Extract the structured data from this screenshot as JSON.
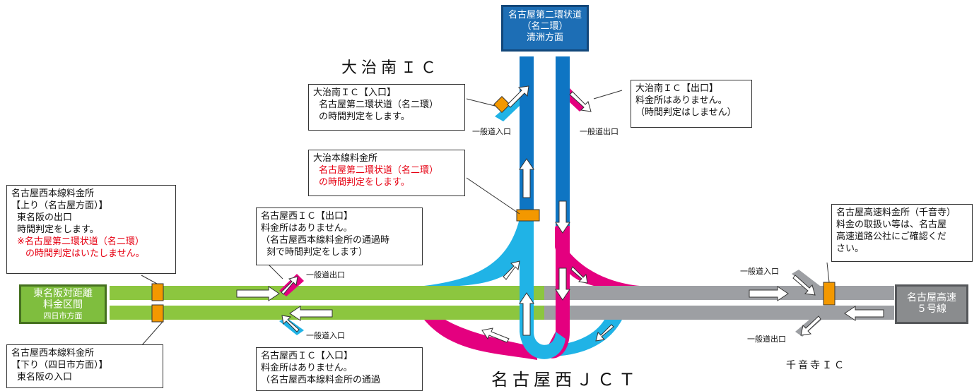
{
  "colors": {
    "blue": "#0e75c3",
    "cyan": "#20b3e6",
    "magenta": "#e4007f",
    "green": "#8cc63f",
    "gray": "#9d9fa3",
    "orange": "#f39800",
    "signBlue": "#1d6eb5",
    "signGreen": "#7fbe3e",
    "signGray": "#8a8c8e"
  },
  "signs": {
    "top": {
      "lines": [
        "名古屋第二環状道",
        "（名二環）",
        "清洲方面"
      ]
    },
    "left": {
      "lines": [
        "東名阪対距離",
        "料金区間",
        "四日市方面"
      ]
    },
    "right": {
      "lines": [
        "名古屋高速",
        "５号線"
      ]
    }
  },
  "titles": {
    "ohaji_ic": "大治南ＩＣ",
    "nagoya_nishi_jct": "名古屋西ＪＣＴ",
    "senjuji_ic": "千音寺ＩＣ"
  },
  "boxes": {
    "ohaji_entrance": {
      "lines": [
        "大治南ＩＣ【入口】",
        "名古屋第二環状道（名二環）",
        "の時間判定をします。"
      ]
    },
    "ohaji_exit": {
      "lines": [
        "大治南ＩＣ【出口】",
        "料金所はありません。",
        "（時間判定はしません）"
      ]
    },
    "ohaji_main": {
      "lines": [
        "大治本線料金所",
        "名古屋第二環状道（名二環）",
        "の時間判定をします。"
      ]
    },
    "nishi_up": {
      "lines": [
        "名古屋西本線料金所",
        "【上り（名古屋方面）】",
        "東名阪の出口",
        "時間判定をします。",
        "※名古屋第二環状道（名二環）",
        "の時間判定はいたしません。"
      ]
    },
    "nishi_down": {
      "lines": [
        "名古屋西本線料金所",
        "【下り（四日市方面）】",
        "東名阪の入口"
      ]
    },
    "nishi_ic_exit": {
      "lines": [
        "名古屋西ＩＣ【出口】",
        "料金所はありません。",
        "（名古屋西本線料金所の通過時",
        "刻で時間判定をします）"
      ]
    },
    "nishi_ic_entrance": {
      "lines": [
        "名古屋西ＩＣ【入口】",
        "料金所はありません。",
        "（名古屋西本線料金所の通過"
      ]
    },
    "nagoya_kosoku": {
      "lines": [
        "名古屋高速料金所（千音寺）",
        "料金の取扱い等は、名古屋",
        "高速道路公社にご確認くだ",
        "さい。"
      ]
    }
  },
  "small_labels": {
    "ippan_iriguchi": "一般道入口",
    "ippan_deguchi": "一般道出口"
  }
}
